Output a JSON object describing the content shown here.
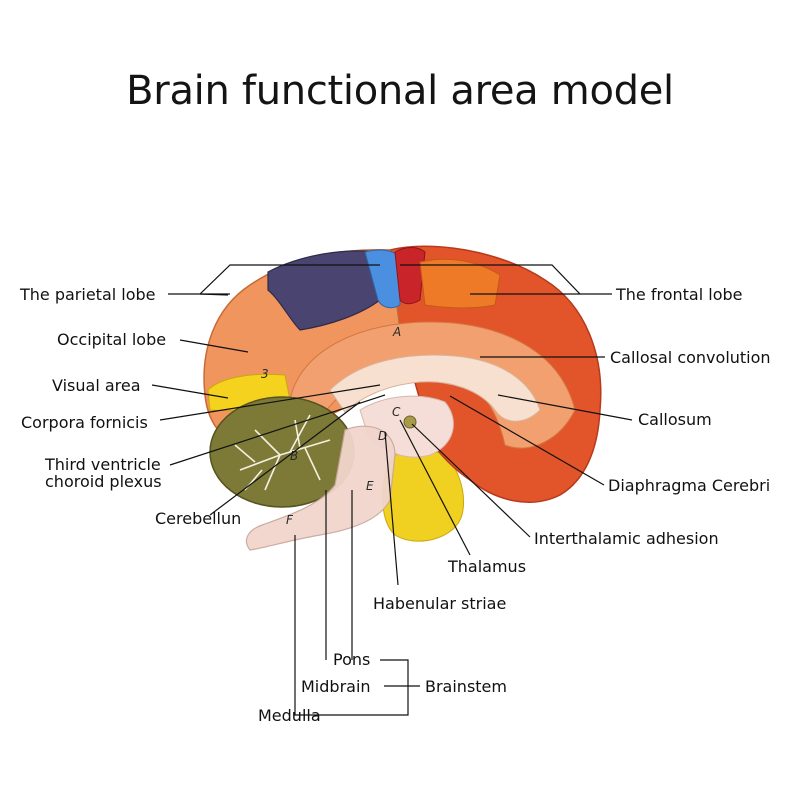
{
  "title": "Brain functional area model",
  "labels": {
    "parietal_lobe": "The parietal lobe",
    "frontal_lobe": "The frontal lobe",
    "occipital_lobe": "Occipital lobe",
    "callosal_convolution": "Callosal convolution",
    "visual_area": "Visual area",
    "corpora_fornicis": "Corpora fornicis",
    "callosum": "Callosum",
    "third_ventricle_line1": "Third ventricle",
    "third_ventricle_line2": "choroid plexus",
    "diaphragma_cerebri": "Diaphragma Cerebri",
    "cerebellun": "Cerebellun",
    "interthalamic_adhesion": "Interthalamic adhesion",
    "thalamus": "Thalamus",
    "habenular_striae": "Habenular striae",
    "pons": "Pons",
    "midbrain": "Midbrain",
    "brainstem": "Brainstem",
    "medulla": "Medulla"
  },
  "model_marks": {
    "a": "A",
    "b": "B",
    "c": "C",
    "d": "D",
    "e": "E",
    "f": "F",
    "three": "3"
  },
  "colors": {
    "frontal": "#e2552a",
    "frontal_dark": "#c93e1f",
    "parietal": "#4a4470",
    "blue_area": "#4a8fe0",
    "red_area": "#c8242a",
    "occipital": "#f0955e",
    "callosal": "#f2a070",
    "visual": "#f5d21e",
    "cerebellum": "#7d7a38",
    "brainstem": "#f1d5cc",
    "pituitary": "#f0d020"
  }
}
